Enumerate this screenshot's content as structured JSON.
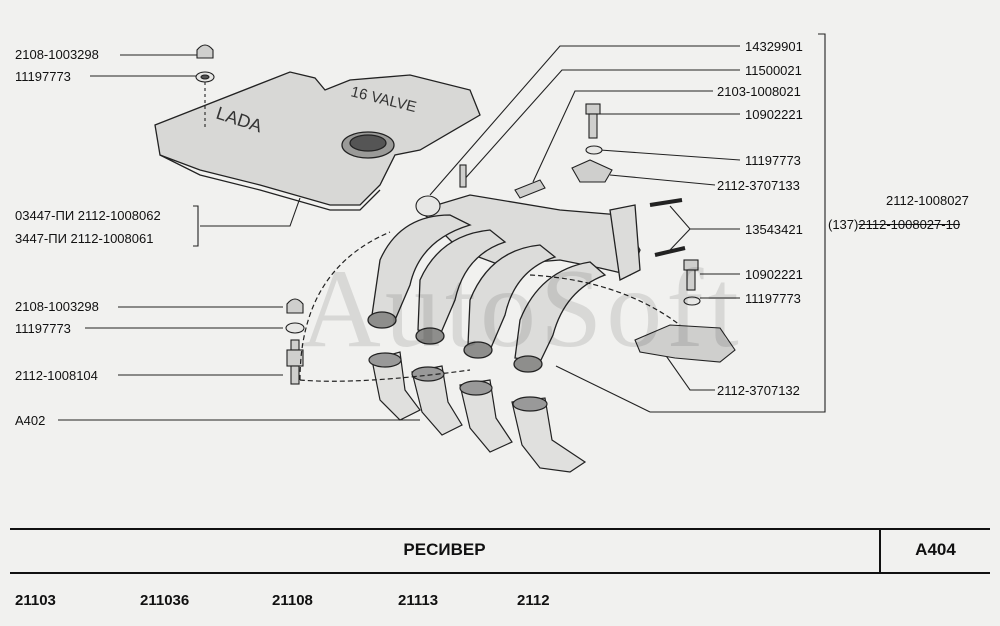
{
  "watermark": "AutoSoft",
  "labels": {
    "cap_nut_top": "2108-1003298",
    "washer_top": "11197773",
    "cover_a": "03447-ПИ  2112-1008062",
    "cover_b": "3447-ПИ    2112-1008061",
    "cap_nut_left": "2108-1003298",
    "washer_left": "11197773",
    "stud_left": "2112-1008104",
    "a402": "A402",
    "p14329901": "14329901",
    "p11500021": "11500021",
    "p2103": "2103-1008021",
    "p10902221a": "10902221",
    "p11197773a": "11197773",
    "p2112_3707133": "2112-3707133",
    "p13543421": "13543421",
    "p10902221b": "10902221",
    "p11197773b": "11197773",
    "p2112_3707132": "2112-3707132",
    "assembly_main": "2112-1008027",
    "assembly_alt_prefix": "(137)",
    "assembly_alt": "2112-1008027-10"
  },
  "sheet": {
    "title": "РЕСИВЕР",
    "code": "А404"
  },
  "models": [
    "21103",
    "211036",
    "21108",
    "21113",
    "2112"
  ]
}
